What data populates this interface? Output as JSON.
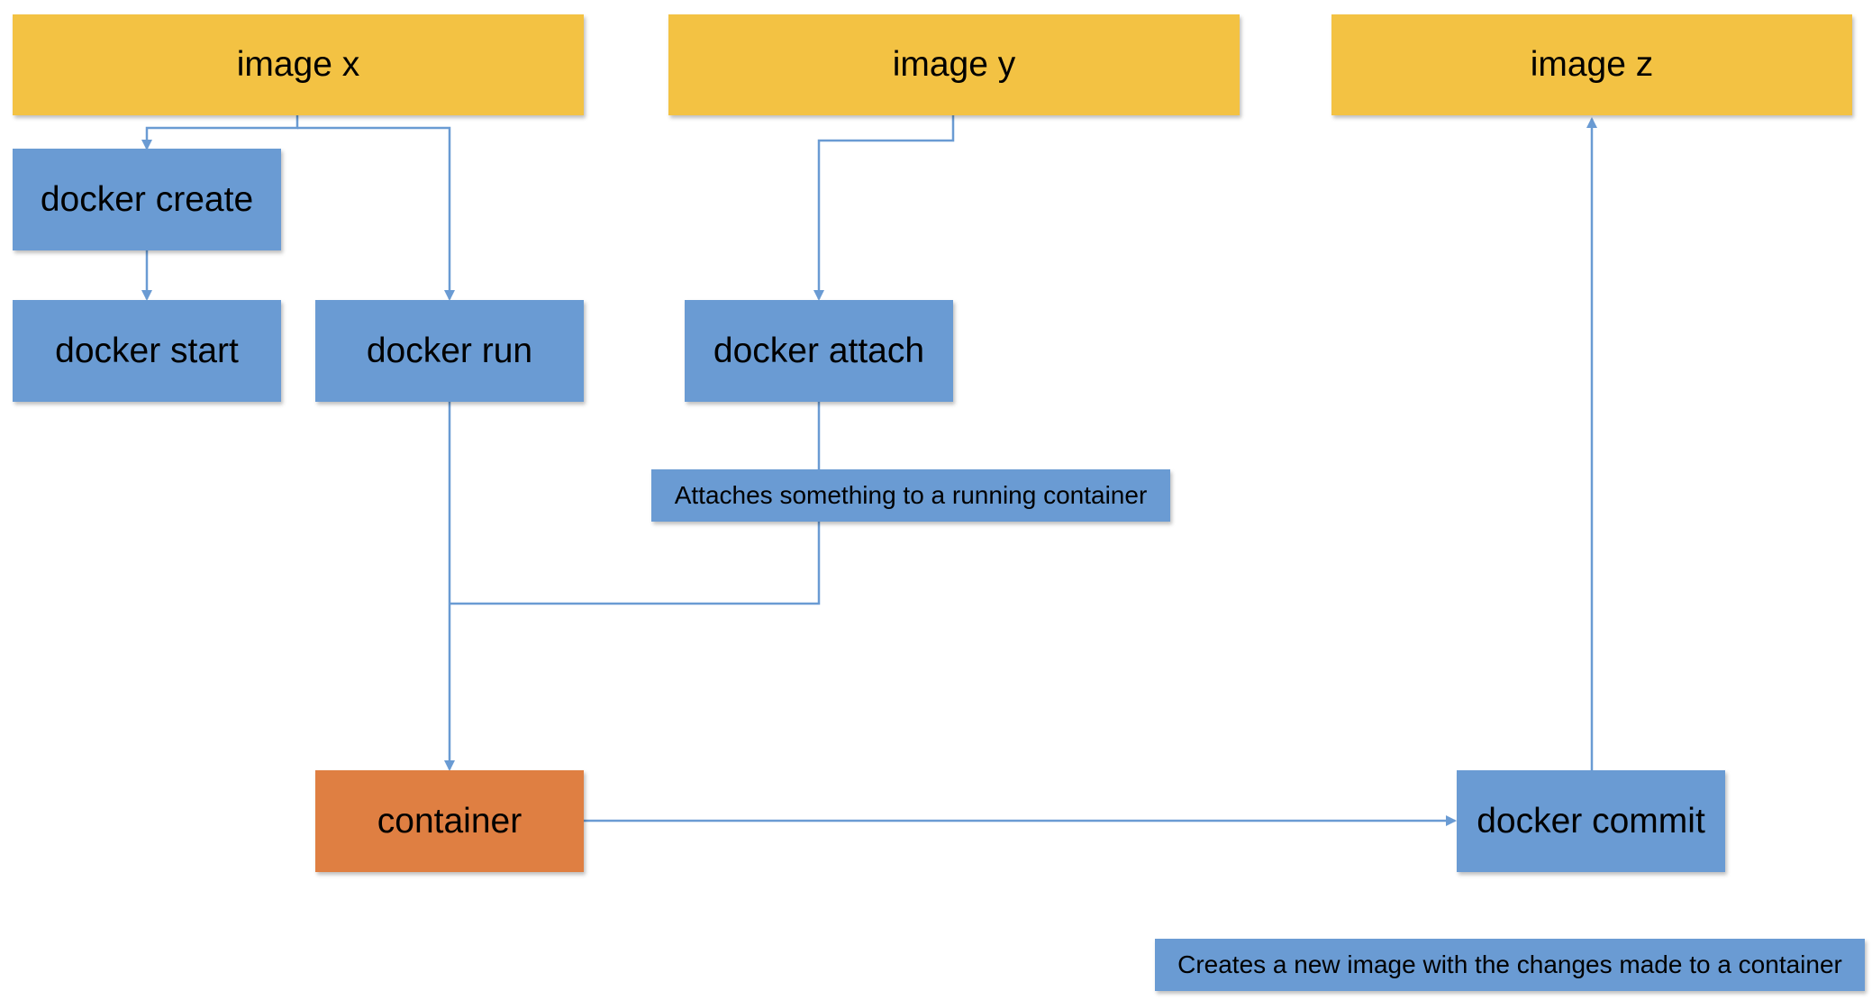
{
  "nodes": {
    "image_x": "image x",
    "image_y": "image y",
    "image_z": "image z",
    "docker_create": "docker create",
    "docker_start": "docker start",
    "docker_run": "docker run",
    "docker_attach": "docker attach",
    "container": "container",
    "docker_commit": "docker commit"
  },
  "notes": {
    "attach": "Attaches something to a running container",
    "commit": "Creates a new image with the changes made to a container"
  },
  "colors": {
    "image": "#f3c243",
    "command": "#6a9bd3",
    "container": "#df7f42",
    "connector": "#6a9bd3"
  }
}
